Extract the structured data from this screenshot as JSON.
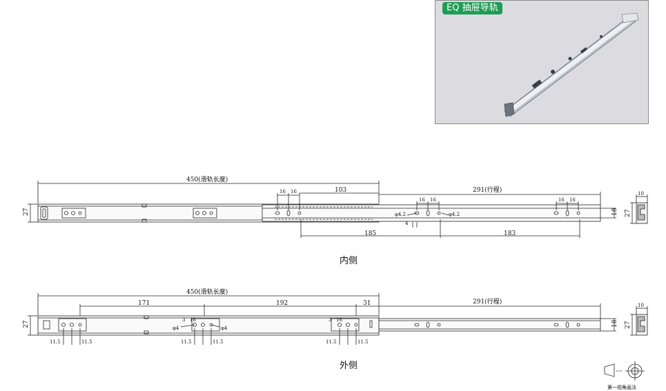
{
  "badge": "EQ 抽屉导轨",
  "inner": {
    "total_length": "450(滑轨长度)",
    "travel": "291(行程)",
    "d_103": "103",
    "d_16a": "16",
    "d_16b": "16",
    "d_16c": "16",
    "d_16d": "16",
    "d_16e": "16",
    "d_16f": "16",
    "d_185": "185",
    "d_183": "183",
    "phi_left": "φ4.2",
    "phi_right": "φ4.2",
    "d_4": "4",
    "height_27": "27",
    "height_18": "18",
    "side_10": "10",
    "side_27": "27",
    "caption": "内侧"
  },
  "outer": {
    "total_length": "450(滑轨长度)",
    "travel": "291(行程)",
    "d_171": "171",
    "d_192": "192",
    "d_31": "31",
    "phi_left": "φ4",
    "phi_right": "φ4",
    "d_115_1": "11.5",
    "d_115_2": "11.5",
    "d_115_3": "11.5",
    "d_115_4": "11.5",
    "d_115_5": "11.5",
    "d_115_6": "11.5",
    "d_3a": "3",
    "d_3b": "3",
    "d_16a": "16",
    "d_16b": "16",
    "height_27": "27",
    "height_18": "18",
    "side_10": "10",
    "side_27": "27",
    "caption": "外侧"
  },
  "projection_label": "第一视角画法"
}
